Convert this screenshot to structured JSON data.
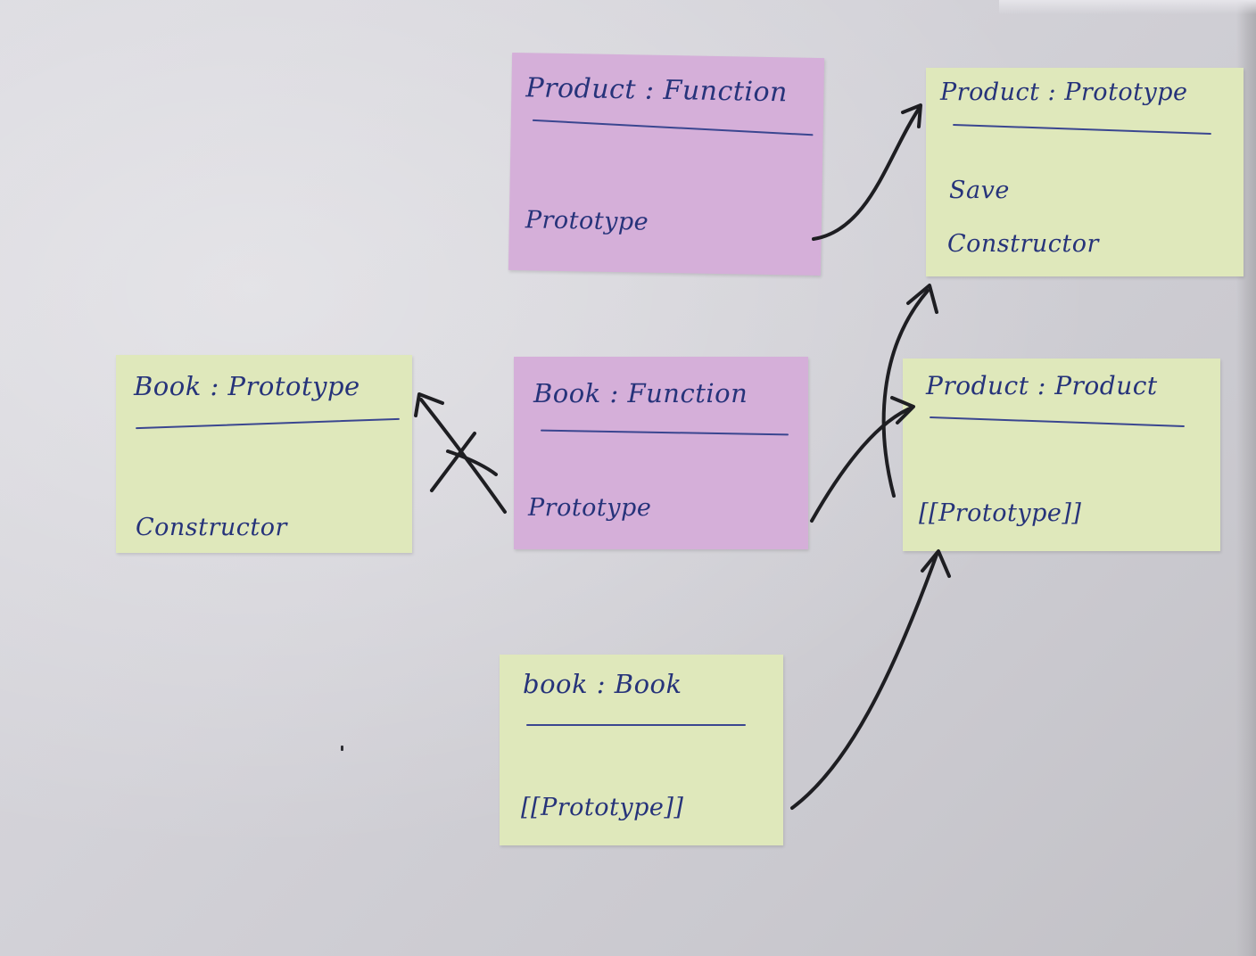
{
  "notes": {
    "product_function": {
      "title": "Product : Function",
      "fields": [
        "Prototype"
      ]
    },
    "product_prototype": {
      "title": "Product : Prototype",
      "fields": [
        "Save",
        "Constructor"
      ]
    },
    "book_prototype": {
      "title": "Book : Prototype",
      "fields": [
        "Constructor"
      ]
    },
    "book_function": {
      "title": "Book : Function",
      "fields": [
        "Prototype"
      ]
    },
    "product_product": {
      "title": "Product : Product",
      "fields": [
        "[[Prototype]]"
      ]
    },
    "book_book": {
      "title": "book : Book",
      "fields": [
        "[[Prototype]]"
      ]
    }
  },
  "colors": {
    "board": "#d3d2d8",
    "note_yellow": "#dfe8bb",
    "note_purple": "#d5afd9",
    "ink_blue": "#26337a",
    "ink_black": "#1e1e22"
  }
}
